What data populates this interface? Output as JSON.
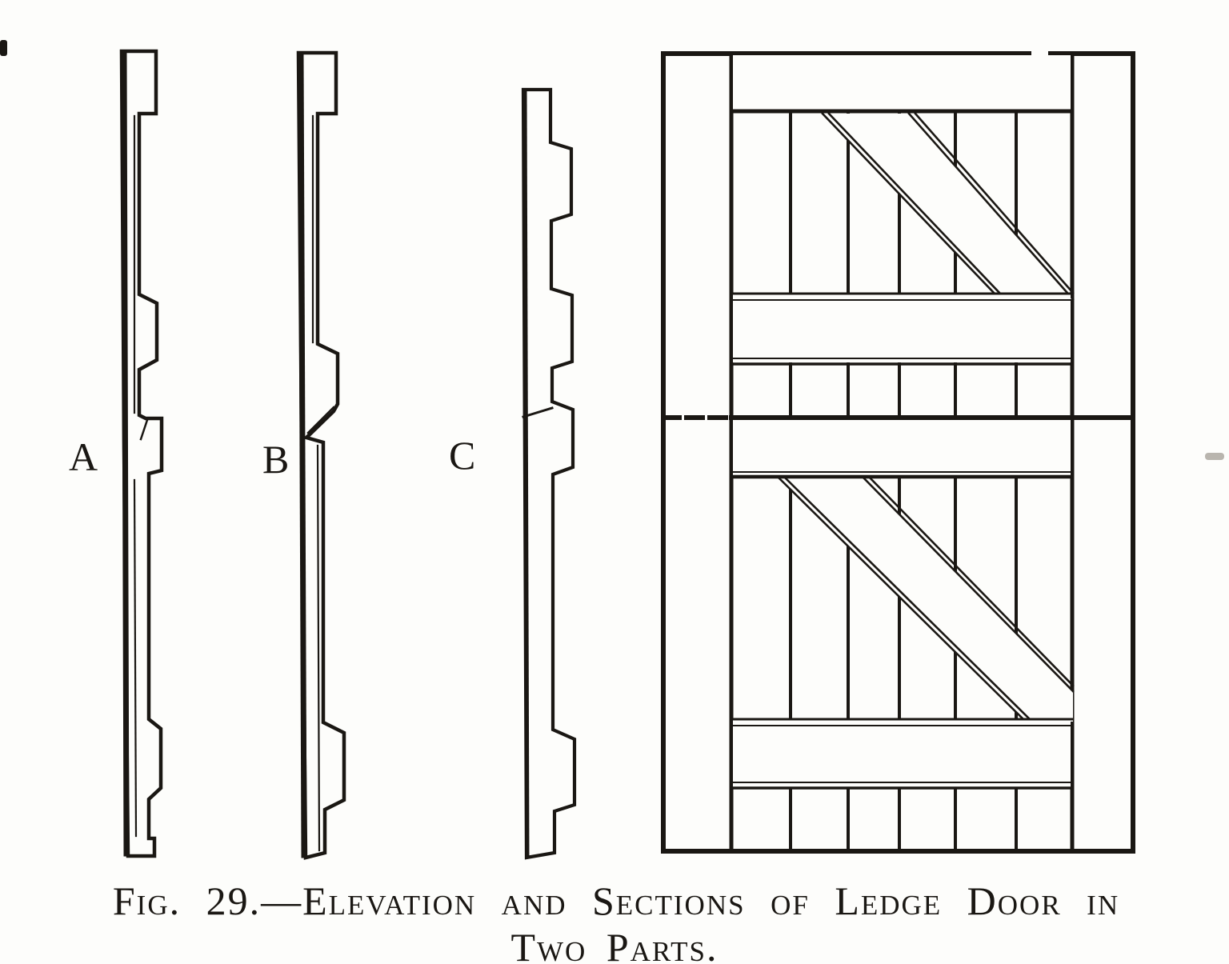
{
  "figure": {
    "colors": {
      "ink": "#1a1713",
      "paper": "#fdfdfb",
      "faint_mark": "#b9b5ae"
    },
    "sections": [
      {
        "label": "A"
      },
      {
        "label": "B"
      },
      {
        "label": "C"
      }
    ],
    "elevation": {
      "door_halves": 2,
      "ledges_visible": 4,
      "braces_visible": 2,
      "batten_joints_per_half": 5
    },
    "caption": {
      "line1": "Fig. 29.—Elevation and Sections of Ledge Door in",
      "line2": "Two Parts."
    }
  }
}
